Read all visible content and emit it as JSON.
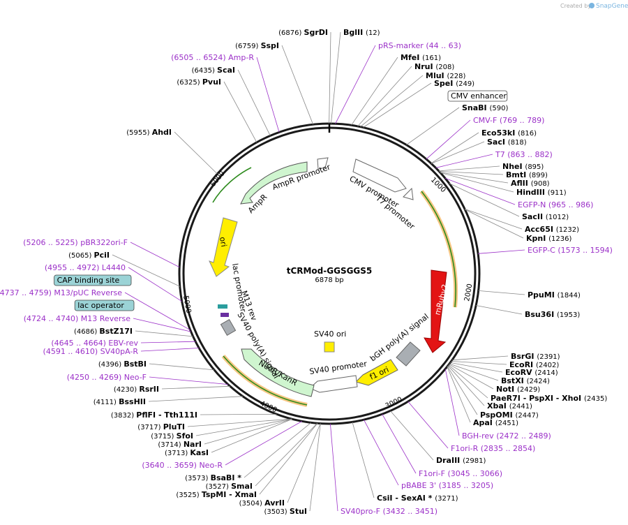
{
  "plasmid": {
    "name": "tCRMod-GGSGGS5",
    "length": "6878 bp"
  },
  "watermark": {
    "prefix": "Created by",
    "brand": "SnapGene"
  },
  "ticks": [
    "1000",
    "2000",
    "3000",
    "4000",
    "5000",
    "6000"
  ],
  "features": [
    "CMV promoter",
    "T7 promoter",
    "mRuby2",
    "bGH poly(A) signal",
    "f1 ori",
    "SV40 promoter",
    "SV40 ori",
    "NeoR/KanR",
    "SV40 poly(A) signal",
    "M13 rev",
    "lac promoter",
    "ori",
    "AmpR",
    "AmpR promoter"
  ],
  "labels_left": [
    {
      "pos": "(6876)",
      "name": "SgrDI"
    },
    {
      "pos": "(6759)",
      "name": "SspI"
    },
    {
      "pos": "(6505 .. 6524)",
      "name": "Amp-R",
      "primer": true
    },
    {
      "pos": "(6435)",
      "name": "ScaI"
    },
    {
      "pos": "(6325)",
      "name": "PvuI"
    },
    {
      "pos": "(5955)",
      "name": "AhdI"
    },
    {
      "pos": "(5206 .. 5225)",
      "name": "pBR322ori-F",
      "primer": true
    },
    {
      "pos": "(5065)",
      "name": "PciI"
    },
    {
      "pos": "(4955 .. 4972)",
      "name": "L4440",
      "primer": true
    },
    {
      "pos": "",
      "name": "CAP binding site",
      "box": true
    },
    {
      "pos": "(4737 .. 4759)",
      "name": "M13/pUC Reverse",
      "primer": true
    },
    {
      "pos": "",
      "name": "lac operator",
      "box": true
    },
    {
      "pos": "(4724 .. 4740)",
      "name": "M13 Reverse",
      "primer": true
    },
    {
      "pos": "(4686)",
      "name": "BstZ17I"
    },
    {
      "pos": "(4645 .. 4664)",
      "name": "EBV-rev",
      "primer": true
    },
    {
      "pos": "(4591 .. 4610)",
      "name": "SV40pA-R",
      "primer": true
    },
    {
      "pos": "(4396)",
      "name": "BstBI"
    },
    {
      "pos": "(4250 .. 4269)",
      "name": "Neo-F",
      "primer": true
    },
    {
      "pos": "(4230)",
      "name": "RsrII"
    },
    {
      "pos": "(4111)",
      "name": "BssHII"
    },
    {
      "pos": "(3832)",
      "name": "PflFI - Tth111I"
    },
    {
      "pos": "(3717)",
      "name": "PluTI"
    },
    {
      "pos": "(3715)",
      "name": "SfoI"
    },
    {
      "pos": "(3714)",
      "name": "NarI"
    },
    {
      "pos": "(3713)",
      "name": "KasI"
    },
    {
      "pos": "(3640 .. 3659)",
      "name": "Neo-R",
      "primer": true
    },
    {
      "pos": "(3573)",
      "name": "BsaBI *"
    },
    {
      "pos": "(3527)",
      "name": "SmaI"
    },
    {
      "pos": "(3525)",
      "name": "TspMI - XmaI"
    },
    {
      "pos": "(3504)",
      "name": "AvrII"
    },
    {
      "pos": "(3503)",
      "name": "StuI"
    }
  ],
  "labels_right": [
    {
      "pos": "(12)",
      "name": "BglII"
    },
    {
      "pos": "(44 .. 63)",
      "name": "pRS-marker",
      "primer": true
    },
    {
      "pos": "(161)",
      "name": "MfeI"
    },
    {
      "pos": "(208)",
      "name": "NruI"
    },
    {
      "pos": "(228)",
      "name": "MluI"
    },
    {
      "pos": "(249)",
      "name": "SpeI"
    },
    {
      "pos": "",
      "name": "CMV enhancer",
      "box": true
    },
    {
      "pos": "(590)",
      "name": "SnaBI"
    },
    {
      "pos": "(769 .. 789)",
      "name": "CMV-F",
      "primer": true
    },
    {
      "pos": "(816)",
      "name": "Eco53kI"
    },
    {
      "pos": "(818)",
      "name": "SacI"
    },
    {
      "pos": "(863 .. 882)",
      "name": "T7",
      "primer": true
    },
    {
      "pos": "(895)",
      "name": "NheI"
    },
    {
      "pos": "(899)",
      "name": "BmtI"
    },
    {
      "pos": "(908)",
      "name": "AflII"
    },
    {
      "pos": "(911)",
      "name": "HindIII"
    },
    {
      "pos": "(965 .. 986)",
      "name": "EGFP-N",
      "primer": true
    },
    {
      "pos": "(1012)",
      "name": "SacII"
    },
    {
      "pos": "(1232)",
      "name": "Acc65I"
    },
    {
      "pos": "(1236)",
      "name": "KpnI"
    },
    {
      "pos": "(1573 .. 1594)",
      "name": "EGFP-C",
      "primer": true
    },
    {
      "pos": "(1844)",
      "name": "PpuMI"
    },
    {
      "pos": "(1953)",
      "name": "Bsu36I"
    },
    {
      "pos": "(2391)",
      "name": "BsrGI"
    },
    {
      "pos": "(2402)",
      "name": "EcoRI"
    },
    {
      "pos": "(2414)",
      "name": "EcoRV"
    },
    {
      "pos": "(2424)",
      "name": "BstXI"
    },
    {
      "pos": "(2429)",
      "name": "NotI"
    },
    {
      "pos": "(2435)",
      "name": "PaeR7I - PspXI - XhoI"
    },
    {
      "pos": "(2441)",
      "name": "XbaI"
    },
    {
      "pos": "(2447)",
      "name": "PspOMI"
    },
    {
      "pos": "(2451)",
      "name": "ApaI"
    },
    {
      "pos": "(2472 .. 2489)",
      "name": "BGH-rev",
      "primer": true
    },
    {
      "pos": "(2835 .. 2854)",
      "name": "F1ori-R",
      "primer": true
    },
    {
      "pos": "(2981)",
      "name": "DraIII"
    },
    {
      "pos": "(3045 .. 3066)",
      "name": "F1ori-F",
      "primer": true
    },
    {
      "pos": "(3185 .. 3205)",
      "name": "pBABE 3'",
      "primer": true
    },
    {
      "pos": "(3271)",
      "name": "CsiI - SexAI *"
    },
    {
      "pos": "(3432 .. 3451)",
      "name": "SV40pro-F",
      "primer": true
    }
  ]
}
